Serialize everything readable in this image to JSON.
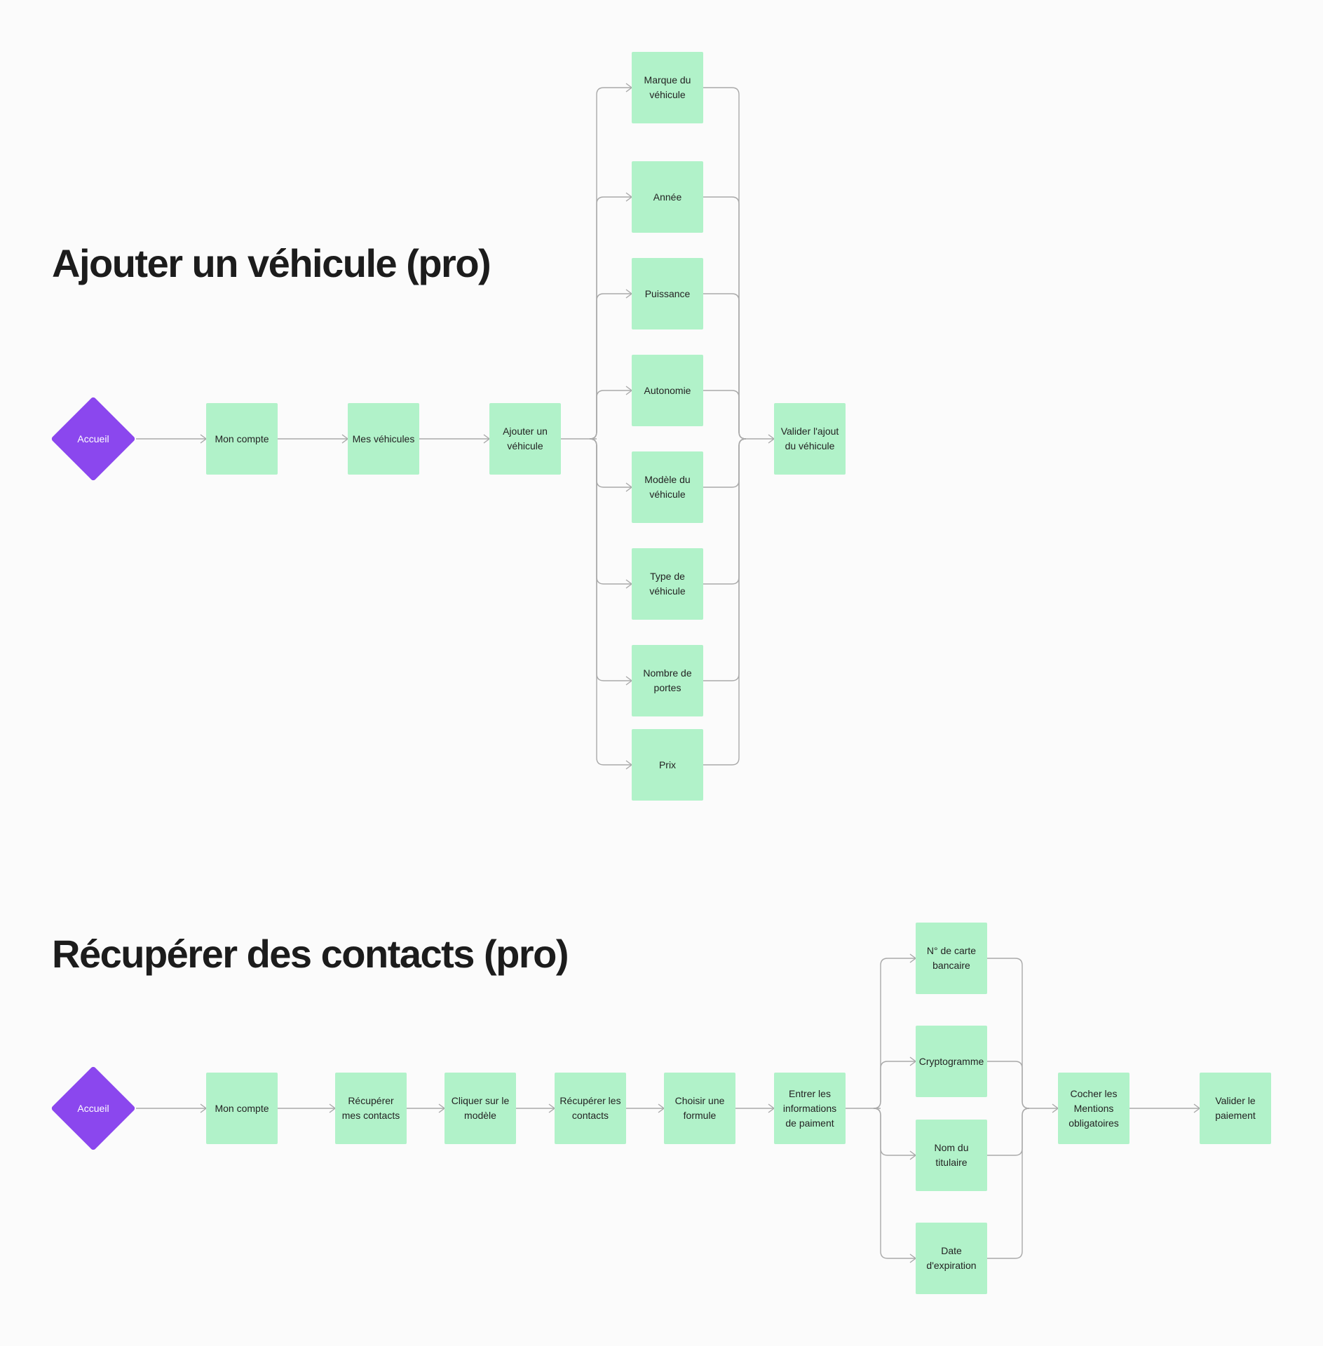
{
  "colors": {
    "node_fill": "#b1f2c9",
    "start_fill": "#8b47ee",
    "connector": "#a9a9a9",
    "title": "#1c1c1c",
    "background": "#fbfbfb"
  },
  "flow1": {
    "title": "Ajouter un véhicule (pro)",
    "start": "Accueil",
    "steps": [
      "Mon compte",
      "Mes véhicules",
      "Ajouter un véhicule"
    ],
    "branches": [
      "Marque du véhicule",
      "Année",
      "Puissance",
      "Autonomie",
      "Modèle du véhicule",
      "Type de véhicule",
      "Nombre de portes",
      "Prix"
    ],
    "end": "Valider l'ajout du véhicule"
  },
  "flow2": {
    "title": "Récupérer des contacts (pro)",
    "start": "Accueil",
    "steps": [
      "Mon compte",
      "Récupérer mes contacts",
      "Cliquer sur le modèle",
      "Récupérer les contacts",
      "Choisir une formule",
      "Entrer les informations de paiment"
    ],
    "branches": [
      "N° de carte bancaire",
      "Cryptogramme",
      "Nom du titulaire",
      "Date d'expiration"
    ],
    "after": [
      "Cocher les Mentions obligatoires",
      "Valider le paiement"
    ]
  }
}
